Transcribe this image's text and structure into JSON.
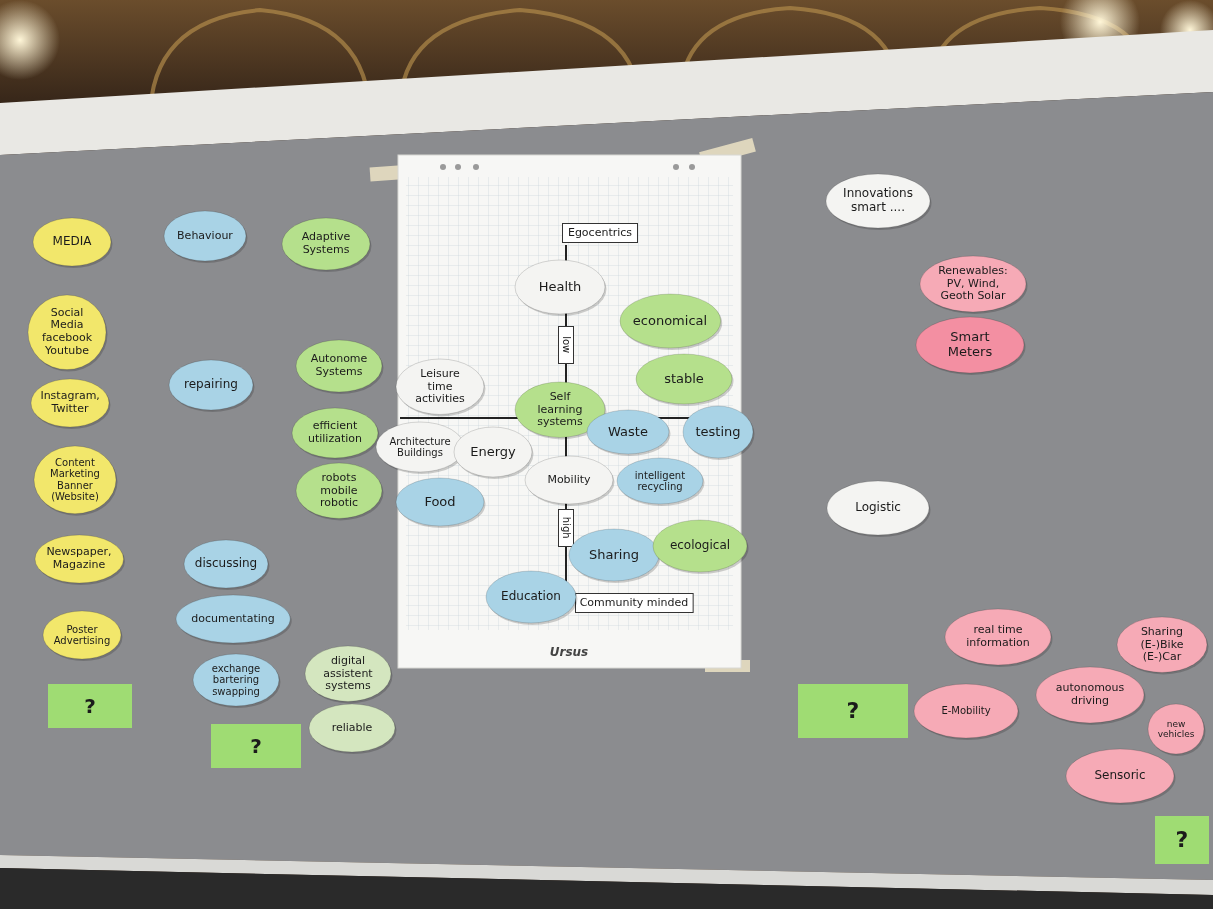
{
  "diagram": {
    "nodes": [
      {
        "text": [
          "MEDIA"
        ]
      },
      {
        "text": [
          "Social Media",
          "facebook Youtube"
        ]
      },
      {
        "text": [
          "Instagram, Twitter"
        ]
      },
      {
        "text": [
          "Content Marketing",
          "Banner (Website)"
        ]
      },
      {
        "text": [
          "Newspaper, Magazine"
        ]
      },
      {
        "text": [
          "Poster Advertising"
        ]
      },
      {
        "text": [
          "?"
        ]
      },
      {
        "text": [
          "Behaviour"
        ]
      },
      {
        "text": [
          "repairing"
        ]
      },
      {
        "text": [
          "discussing"
        ]
      },
      {
        "text": [
          "documentating"
        ]
      },
      {
        "text": [
          "exchange bartering swapping"
        ]
      },
      {
        "text": [
          "?"
        ]
      },
      {
        "text": [
          "Adaptive Systems"
        ]
      },
      {
        "text": [
          "Autonome Systems"
        ]
      },
      {
        "text": [
          "efficient utilization"
        ]
      },
      {
        "text": [
          "robots mobile robotic"
        ]
      },
      {
        "text": [
          "digital assistent systems"
        ]
      },
      {
        "text": [
          "reliable"
        ]
      },
      {
        "text": [
          "Ursus"
        ]
      },
      {
        "text": [
          "Egocentrics"
        ],
        "in": 19
      },
      {
        "text": [
          "low"
        ],
        "in": 19
      },
      {
        "text": [
          "high"
        ],
        "in": 19
      },
      {
        "text": [
          "Community minded"
        ],
        "in": 19
      },
      {
        "text": [
          "Health"
        ]
      },
      {
        "text": [
          "economical"
        ]
      },
      {
        "text": [
          "stable"
        ]
      },
      {
        "text": [
          "Leisure time activities"
        ]
      },
      {
        "text": [
          "Self learning systems"
        ]
      },
      {
        "text": [
          "Architecture Buildings"
        ]
      },
      {
        "text": [
          "Energy"
        ]
      },
      {
        "text": [
          "Waste"
        ]
      },
      {
        "text": [
          "intelligent recycling"
        ]
      },
      {
        "text": [
          "testing"
        ]
      },
      {
        "text": [
          "Mobility"
        ]
      },
      {
        "text": [
          "Food"
        ]
      },
      {
        "text": [
          "Sharing"
        ]
      },
      {
        "text": [
          "ecological"
        ]
      },
      {
        "text": [
          "Education"
        ]
      },
      {
        "text": [
          "Innovations smart ...."
        ]
      },
      {
        "text": [
          "Renewables: PV, Wind, Geoth Solar"
        ]
      },
      {
        "text": [
          "Smart Meters"
        ]
      },
      {
        "text": [
          "Logistic"
        ]
      },
      {
        "text": [
          "real time information"
        ]
      },
      {
        "text": [
          "?"
        ]
      },
      {
        "text": [
          "E-Mobility"
        ]
      },
      {
        "text": [
          "autonomous driving"
        ]
      },
      {
        "text": [
          "Sharing",
          "(E-)Bike",
          "(E-)Car"
        ]
      },
      {
        "text": [
          "new vehicles"
        ]
      },
      {
        "text": [
          "Sensoric"
        ]
      },
      {
        "text": [
          "?"
        ]
      }
    ]
  }
}
